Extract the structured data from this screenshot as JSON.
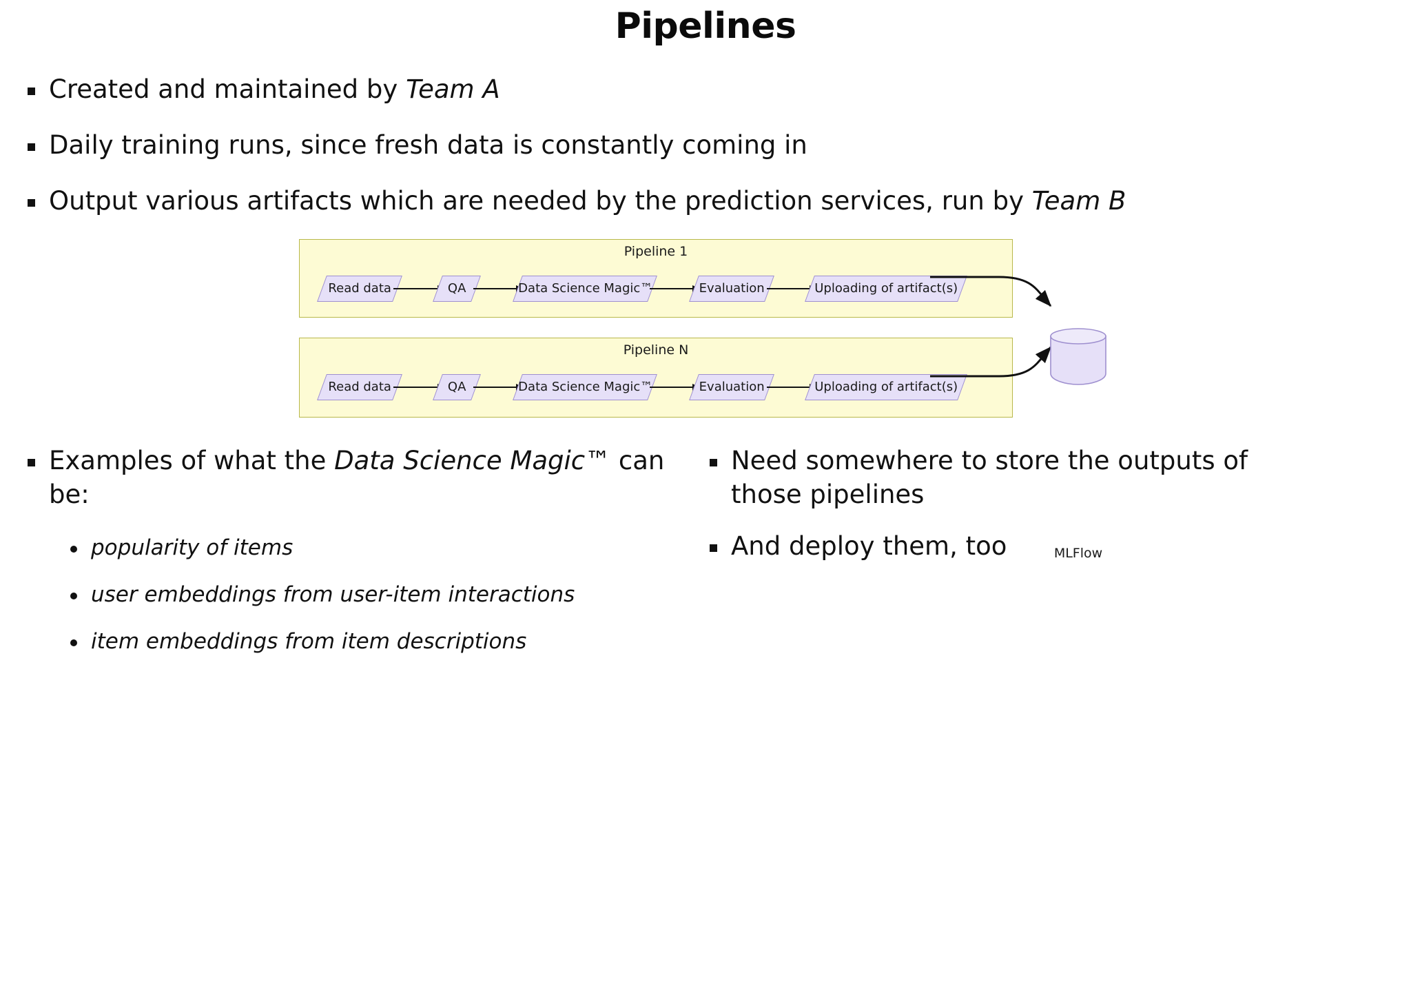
{
  "slide": {
    "title": "Pipelines"
  },
  "top_bullets": [
    {
      "marker": "square-bullet",
      "prefix": "Created and maintained by ",
      "emphasis": "Team A",
      "suffix": ""
    },
    {
      "marker": "square-bullet",
      "prefix": "Daily training runs, since fresh data is constantly coming in",
      "emphasis": "",
      "suffix": ""
    },
    {
      "marker": "square-bullet",
      "prefix": "Output various artifacts which are needed by the prediction services, run by ",
      "emphasis": "Team B",
      "suffix": ""
    }
  ],
  "diagram": {
    "type": "flowchart",
    "colors": {
      "pipeline_box_fill": "#fdfbd4",
      "pipeline_box_border": "#b8b84a",
      "node_fill": "#e6e0f8",
      "node_border": "#9e8fcf",
      "arrow": "#111111"
    },
    "pipelines": [
      {
        "label": "Pipeline 1",
        "nodes": [
          "Read data",
          "QA",
          "Data Science Magic™",
          "Evaluation",
          "Uploading of artifact(s)"
        ]
      },
      {
        "label": "Pipeline N",
        "nodes": [
          "Read data",
          "QA",
          "Data Science Magic™",
          "Evaluation",
          "Uploading of artifact(s)"
        ]
      }
    ],
    "store": {
      "label": "MLFlow",
      "shape": "cylinder-database"
    }
  },
  "bottom_left": {
    "bullet": {
      "prefix": "Examples of what the ",
      "emphasis": "Data Science Magic™",
      "suffix": " can be:"
    },
    "sub_bullets": [
      "popularity of items",
      "user embeddings from user-item interactions",
      "item embeddings from item descriptions"
    ]
  },
  "bottom_right": {
    "bullets": [
      "Need somewhere to store the outputs of those pipelines",
      "And deploy them, too"
    ]
  }
}
